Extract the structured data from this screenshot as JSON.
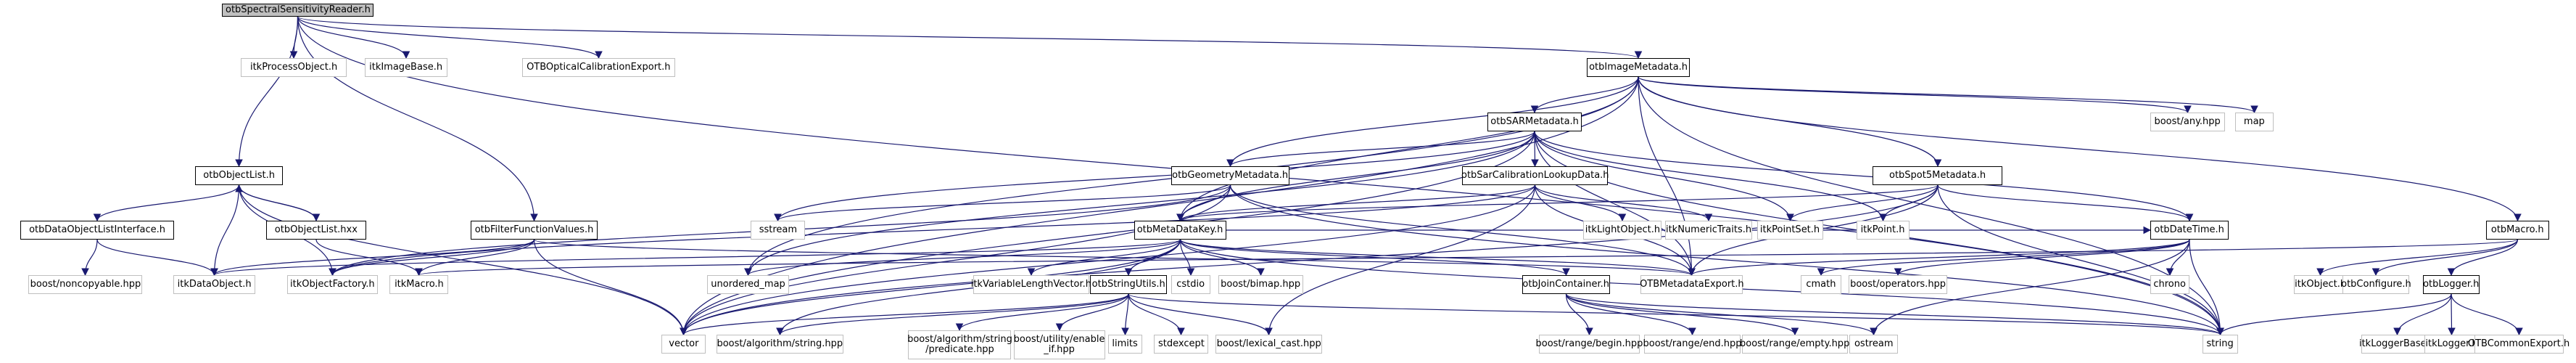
{
  "diagram": {
    "type": "include-dependency-graph",
    "colors": {
      "edge": "#191970",
      "root_fill": "#bfbfbf",
      "doc_border": "#000000",
      "ext_border": "#bfbfbf"
    },
    "nodes": {
      "root": "otbSpectralSensitivityReader.h",
      "itkProcessObject": "itkProcessObject.h",
      "itkImageBase": "itkImageBase.h",
      "otbOpticalCalibrationExport": "OTBOpticalCalibrationExport.h",
      "otbImageMetadata": "otbImageMetadata.h",
      "otbObjectList": "otbObjectList.h",
      "otbObjectListHxx": "otbObjectList.hxx",
      "otbDataObjectListInterface": "otbDataObjectListInterface.h",
      "otbFilterFunctionValues": "otbFilterFunctionValues.h",
      "boostNoncopyable": "boost/noncopyable.hpp",
      "itkDataObject": "itkDataObject.h",
      "itkObjectFactory": "itkObjectFactory.h",
      "itkMacro": "itkMacro.h",
      "otbSARMetadata": "otbSARMetadata.h",
      "otbGeometryMetadata": "otbGeometryMetadata.h",
      "otbSarCalibrationLookupData": "otbSarCalibrationLookupData.h",
      "otbSpot5Metadata": "otbSpot5Metadata.h",
      "boostAny": "boost/any.hpp",
      "map": "map",
      "otbMacro": "otbMacro.h",
      "sstream": "sstream",
      "otbMetaDataKey": "otbMetaDataKey.h",
      "itkLightObject": "itkLightObject.h",
      "itkNumericTraits": "itkNumericTraits.h",
      "itkPointSet": "itkPointSet.h",
      "itkPoint": "itkPoint.h",
      "otbDateTime": "otbDateTime.h",
      "unorderedMap": "unordered_map",
      "itkVariableLengthVector": "itkVariableLengthVector.h",
      "otbStringUtils": "otbStringUtils.h",
      "cstdio": "cstdio",
      "boostBimap": "boost/bimap.hpp",
      "otbJoinContainer": "otbJoinContainer.h",
      "otbMetadataExport": "OTBMetadataExport.h",
      "cmath": "cmath",
      "boostOperators": "boost/operators.hpp",
      "chrono": "chrono",
      "itkObject": "itkObject.h",
      "otbConfigure": "otbConfigure.h",
      "otbLogger": "otbLogger.h",
      "vector": "vector",
      "boostAlgorithmString": "boost/algorithm/string.hpp",
      "boostAlgorithmPredicate": "boost/algorithm/string\n/predicate.hpp",
      "boostUtilityEnableIf": "boost/utility/enable\n_if.hpp",
      "limits": "limits",
      "stdexcept": "stdexcept",
      "boostLexicalCast": "boost/lexical_cast.hpp",
      "boostRangeBegin": "boost/range/begin.hpp",
      "boostRangeEnd": "boost/range/end.hpp",
      "boostRangeEmpty": "boost/range/empty.hpp",
      "ostream": "ostream",
      "string": "string",
      "itkLoggerBase": "itkLoggerBase.h",
      "itkLogger": "itkLogger.h",
      "otbCommonExport": "OTBCommonExport.h"
    },
    "edges": [
      [
        "root",
        "itkProcessObject"
      ],
      [
        "root",
        "itkImageBase"
      ],
      [
        "root",
        "otbOpticalCalibrationExport"
      ],
      [
        "root",
        "otbImageMetadata"
      ],
      [
        "root",
        "otbObjectList"
      ],
      [
        "root",
        "otbFilterFunctionValues"
      ],
      [
        "root",
        "string"
      ],
      [
        "otbObjectList",
        "otbDataObjectListInterface"
      ],
      [
        "otbObjectList",
        "itkDataObject"
      ],
      [
        "otbObjectList",
        "itkObjectFactory"
      ],
      [
        "otbObjectList",
        "otbObjectListHxx"
      ],
      [
        "otbObjectList",
        "vector"
      ],
      [
        "otbObjectListHxx",
        "otbObjectList"
      ],
      [
        "otbObjectListHxx",
        "itkMacro"
      ],
      [
        "otbDataObjectListInterface",
        "boostNoncopyable"
      ],
      [
        "otbDataObjectListInterface",
        "itkDataObject"
      ],
      [
        "otbFilterFunctionValues",
        "itkDataObject"
      ],
      [
        "otbFilterFunctionValues",
        "itkObjectFactory"
      ],
      [
        "otbFilterFunctionValues",
        "itkMacro"
      ],
      [
        "otbFilterFunctionValues",
        "vector"
      ],
      [
        "otbFilterFunctionValues",
        "otbMetadataExport"
      ],
      [
        "otbImageMetadata",
        "otbSARMetadata"
      ],
      [
        "otbImageMetadata",
        "otbGeometryMetadata"
      ],
      [
        "otbImageMetadata",
        "otbSpot5Metadata"
      ],
      [
        "otbImageMetadata",
        "otbMetaDataKey"
      ],
      [
        "otbImageMetadata",
        "boostAny"
      ],
      [
        "otbImageMetadata",
        "map"
      ],
      [
        "otbImageMetadata",
        "otbMacro"
      ],
      [
        "otbImageMetadata",
        "otbMetadataExport"
      ],
      [
        "otbImageMetadata",
        "vector"
      ],
      [
        "otbImageMetadata",
        "string"
      ],
      [
        "otbImageMetadata",
        "unorderedMap"
      ],
      [
        "otbSARMetadata",
        "otbGeometryMetadata"
      ],
      [
        "otbSARMetadata",
        "otbSarCalibrationLookupData"
      ],
      [
        "otbSARMetadata",
        "otbMetaDataKey"
      ],
      [
        "otbSARMetadata",
        "otbDateTime"
      ],
      [
        "otbSARMetadata",
        "itkPointSet"
      ],
      [
        "otbSARMetadata",
        "itkPoint"
      ],
      [
        "otbSARMetadata",
        "otbMetadataExport"
      ],
      [
        "otbSARMetadata",
        "vector"
      ],
      [
        "otbSARMetadata",
        "string"
      ],
      [
        "otbSARMetadata",
        "sstream"
      ],
      [
        "otbSARMetadata",
        "unorderedMap"
      ],
      [
        "otbGeometryMetadata",
        "otbMetaDataKey"
      ],
      [
        "otbGeometryMetadata",
        "otbMetadataExport"
      ],
      [
        "otbGeometryMetadata",
        "vector"
      ],
      [
        "otbGeometryMetadata",
        "sstream"
      ],
      [
        "otbGeometryMetadata",
        "itkObjectFactory"
      ],
      [
        "otbGeometryMetadata",
        "string"
      ],
      [
        "otbSarCalibrationLookupData",
        "otbMetaDataKey"
      ],
      [
        "otbSarCalibrationLookupData",
        "itkLightObject"
      ],
      [
        "otbSarCalibrationLookupData",
        "itkNumericTraits"
      ],
      [
        "otbSarCalibrationLookupData",
        "itkObjectFactory"
      ],
      [
        "otbSarCalibrationLookupData",
        "otbMetadataExport"
      ],
      [
        "otbSarCalibrationLookupData",
        "vector"
      ],
      [
        "otbSarCalibrationLookupData",
        "boostLexicalCast"
      ],
      [
        "otbSpot5Metadata",
        "otbMetaDataKey"
      ],
      [
        "otbSpot5Metadata",
        "itkPointSet"
      ],
      [
        "otbSpot5Metadata",
        "itkPoint"
      ],
      [
        "otbSpot5Metadata",
        "otbDateTime"
      ],
      [
        "otbSpot5Metadata",
        "otbMetadataExport"
      ],
      [
        "otbSpot5Metadata",
        "string"
      ],
      [
        "otbSpot5Metadata",
        "vector"
      ],
      [
        "otbMetaDataKey",
        "otbStringUtils"
      ],
      [
        "otbMetaDataKey",
        "itkVariableLengthVector"
      ],
      [
        "otbMetaDataKey",
        "cstdio"
      ],
      [
        "otbMetaDataKey",
        "boostBimap"
      ],
      [
        "otbMetaDataKey",
        "otbJoinContainer"
      ],
      [
        "otbMetaDataKey",
        "otbMetadataExport"
      ],
      [
        "otbMetaDataKey",
        "otbDateTime"
      ],
      [
        "otbMetaDataKey",
        "itkDataObject"
      ],
      [
        "otbMetaDataKey",
        "vector"
      ],
      [
        "otbMetaDataKey",
        "unorderedMap"
      ],
      [
        "otbMetaDataKey",
        "boostAlgorithmString"
      ],
      [
        "otbMetaDataKey",
        "string"
      ],
      [
        "otbStringUtils",
        "vector"
      ],
      [
        "otbStringUtils",
        "boostAlgorithmString"
      ],
      [
        "otbStringUtils",
        "boostAlgorithmPredicate"
      ],
      [
        "otbStringUtils",
        "boostUtilityEnableIf"
      ],
      [
        "otbStringUtils",
        "limits"
      ],
      [
        "otbStringUtils",
        "stdexcept"
      ],
      [
        "otbStringUtils",
        "boostLexicalCast"
      ],
      [
        "otbStringUtils",
        "string"
      ],
      [
        "otbJoinContainer",
        "boostRangeBegin"
      ],
      [
        "otbJoinContainer",
        "boostRangeEnd"
      ],
      [
        "otbJoinContainer",
        "boostRangeEmpty"
      ],
      [
        "otbJoinContainer",
        "ostream"
      ],
      [
        "otbJoinContainer",
        "string"
      ],
      [
        "otbDateTime",
        "otbMetadataExport"
      ],
      [
        "otbDateTime",
        "cmath"
      ],
      [
        "otbDateTime",
        "boostOperators"
      ],
      [
        "otbDateTime",
        "chrono"
      ],
      [
        "otbDateTime",
        "string"
      ],
      [
        "otbDateTime",
        "ostream"
      ],
      [
        "otbMacro",
        "itkObject"
      ],
      [
        "otbMacro",
        "otbConfigure"
      ],
      [
        "otbMacro",
        "otbLogger"
      ],
      [
        "otbMacro",
        "itkMacro"
      ],
      [
        "otbLogger",
        "itkLoggerBase"
      ],
      [
        "otbLogger",
        "itkLogger"
      ],
      [
        "otbLogger",
        "otbCommonExport"
      ],
      [
        "otbLogger",
        "string"
      ]
    ]
  }
}
